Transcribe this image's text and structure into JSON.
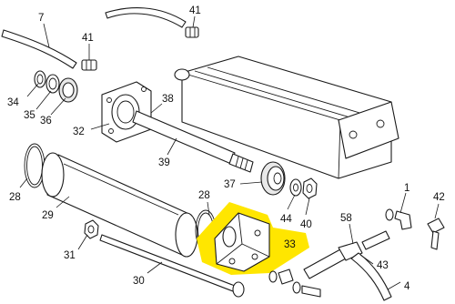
{
  "colors": {
    "highlight": "#ffe600",
    "line": "#1a1a1a",
    "shade": "#e9e9e9",
    "background": "#ffffff"
  },
  "labels": {
    "p7": "7",
    "p41a": "41",
    "p41b": "41",
    "p34": "34",
    "p35": "35",
    "p36": "36",
    "p32": "32",
    "p38": "38",
    "p39": "39",
    "p28a": "28",
    "p29": "29",
    "p28b": "28",
    "p37": "37",
    "p44": "44",
    "p40": "40",
    "p1": "1",
    "p42": "42",
    "p33": "33",
    "p58": "58",
    "p31": "31",
    "p30": "30",
    "p43": "43",
    "p4": "4"
  },
  "highlighted_part": "33"
}
